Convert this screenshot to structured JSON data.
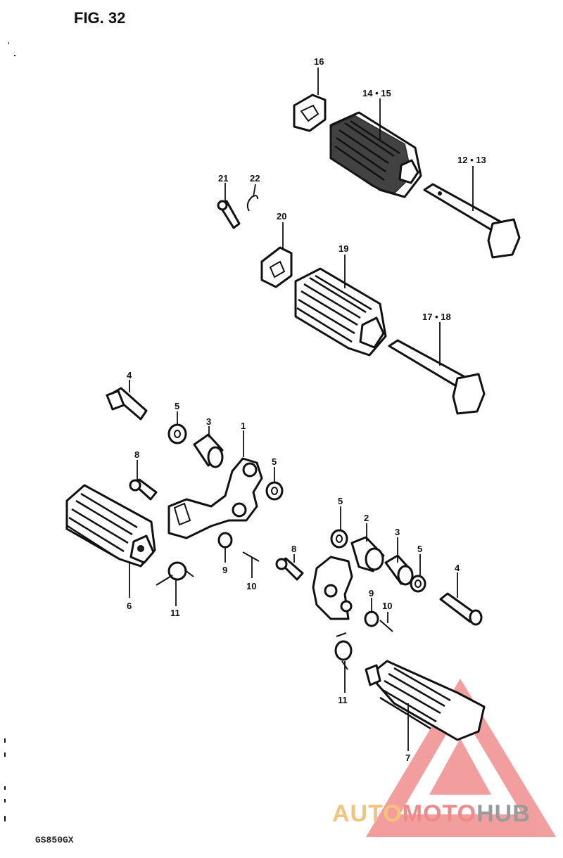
{
  "figure": {
    "title": "FIG. 32",
    "model": "GS850GX"
  },
  "labels": {
    "p1": "1",
    "p2": "2",
    "p3a": "3",
    "p3b": "3",
    "p4a": "4",
    "p4b": "4",
    "p5a": "5",
    "p5b": "5",
    "p5c": "5",
    "p5d": "5",
    "p6": "6",
    "p7": "7",
    "p8a": "8",
    "p8b": "8",
    "p9a": "9",
    "p9b": "9",
    "p10a": "10",
    "p10b": "10",
    "p11a": "11",
    "p11b": "11",
    "p12_13": "12 • 13",
    "p14_15": "14 • 15",
    "p16": "16",
    "p17_18": "17 • 18",
    "p19": "19",
    "p20": "20",
    "p21": "21",
    "p22": "22"
  },
  "watermark": {
    "part1": "AUTO",
    "part2": "MOTO",
    "part3": "HUB",
    "color1": "#f5c27a",
    "color2": "#f08a8a",
    "color3": "#9a9a9a"
  }
}
